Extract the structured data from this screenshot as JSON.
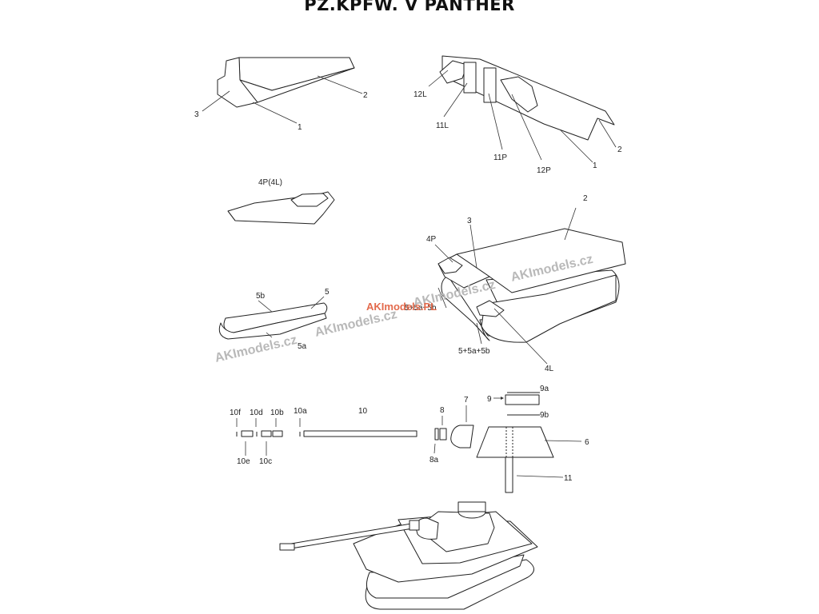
{
  "title": "PZ.KPFW. V PANTHER",
  "labels": {
    "a1_3": "3",
    "a1_2": "2",
    "a1_1": "1",
    "b_12L": "12L",
    "b_11L": "11L",
    "b_11P": "11P",
    "b_12P": "12P",
    "b_1": "1",
    "b_2": "2",
    "c_4P4L": "4P(4L)",
    "d_5b": "5b",
    "d_5": "5",
    "d_5a": "5a",
    "e_2": "2",
    "e_3": "3",
    "e_4P": "4P",
    "e_5sum": "5+5a+5b",
    "e_4L": "4L",
    "e_center": "5+5a+5b",
    "f_10f": "10f",
    "f_10d": "10d",
    "f_10b": "10b",
    "f_10a": "10a",
    "f_10": "10",
    "f_10e": "10e",
    "f_10c": "10c",
    "f_8": "8",
    "f_8a": "8a",
    "f_7": "7",
    "f_9a": "9a",
    "f_9": "9",
    "f_9b": "9b",
    "f_6": "6",
    "f_11": "11"
  },
  "watermarks": {
    "w1": "AKImodels.cz",
    "w2": "AKImodels.cz",
    "w3": "AKImodels.cz",
    "w4": "AKImodels.cz",
    "w5": "AKImodels.PL"
  }
}
